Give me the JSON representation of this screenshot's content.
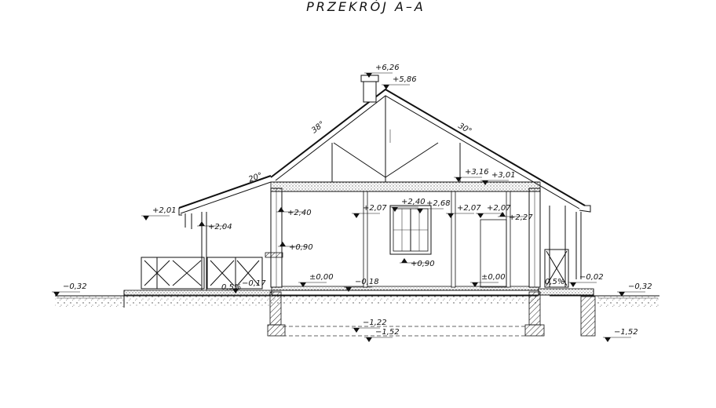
{
  "title": "PRZEKRÓJ A–A",
  "levels": {
    "ridge_top": "+6,26",
    "ridge": "+5,86",
    "ceiling_1": "+3,16",
    "ceiling_2": "+3,01",
    "room_height": "+2,40",
    "door_1": "+2,07",
    "window_top": "+2,40",
    "window_head": "+2,68",
    "door_2": "+2,07",
    "door_3": "+2,07",
    "eave_right": "+2,27",
    "eave_left": "+2,01",
    "porch_beam": "+2,04",
    "sill_left": "+0,90",
    "sill_window": "+0,90",
    "floor_1": "±0,00",
    "floor_2": "±0,00",
    "floor_step": "−0,18",
    "terrace": "−0,17",
    "outer_step": "−0,02",
    "ground_left": "−0,32",
    "ground_right": "−0,32",
    "foundation_1": "−1,22",
    "foundation_2": "−1,52",
    "foundation_right": "−1,52"
  },
  "angles": {
    "left_roof": "38°",
    "right_roof": "30°",
    "porch_roof": "20°"
  },
  "slopes": {
    "left": "0,5%",
    "right": "0,5%"
  }
}
